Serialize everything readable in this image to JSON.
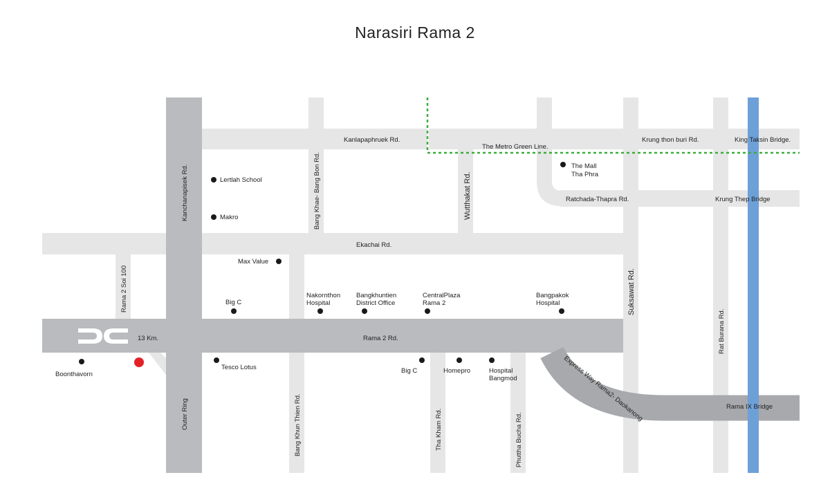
{
  "title": "Narasiri Rama 2",
  "colors": {
    "road": "#e6e6e6",
    "main_road": "#b9bbbe",
    "expressway": "#a7a9ac",
    "river": "#6ea0d8",
    "green_line": "#3aad3a",
    "dot": "#1a1a1a",
    "project_marker": "#e32127"
  },
  "logo": {
    "name": "narasiri-logo"
  },
  "roads": {
    "kanlapaphruek": "Kanlapaphruek Rd.",
    "bang_khae_bang_bon": "Bang Khae- Bang Bon Rd.",
    "kanchanapisek": "Kanchanapisek Rd.",
    "wutthakat": "Wutthakat Rd.",
    "ratchada_thapra": "Ratchada-Thapra Rd.",
    "krung_thon_buri": "Krung thon buri  Rd.",
    "ekachai": "Ekachai Rd.",
    "rama2_soi100": "Rama 2 Soi 100",
    "suksawat": "Suksawat Rd.",
    "rat_burana": "Rat  Burana  Rd.",
    "rama2": "Rama 2 Rd.",
    "km13": "13 Km.",
    "expressway": "Express Way Rama2- Daokanong",
    "outer_ring": "Outer Ring",
    "bang_khun_thien": "Bang Khun Thien Rd.",
    "tha_kham": "Tha Kham Rd.",
    "phuttha_bucha": "Phuttha Bucha Rd."
  },
  "bridges": {
    "king_taksin": "King Taksin Bridge.",
    "krung_thep": "Krung Thep Bridge",
    "rama_ix": "Rama IX Bridge"
  },
  "transit": {
    "green_line": "The Metro Green Line."
  },
  "places": {
    "lertlah": "Lertlah School",
    "makro": "Makro",
    "max_value": "Max Value",
    "the_mall_1": "The Mall",
    "the_mall_2": "Tha Phra",
    "big_c_north": "Big C",
    "nakornthon_1": "Nakornthon",
    "nakornthon_2": "Hospital",
    "bangkhuntien_1": "Bangkhuntien",
    "bangkhuntien_2": "District Office",
    "centralplaza_1": "CentralPlaza",
    "centralplaza_2": "Rama 2",
    "bangpakok_1": "Bangpakok",
    "bangpakok_2": "Hospital",
    "boonthavorn": "Boonthavorn",
    "tesco": "Tesco Lotus",
    "big_c_south": "Big C",
    "homepro": "Homepro",
    "bangmod_1": "Hospital",
    "bangmod_2": "Bangmod"
  }
}
